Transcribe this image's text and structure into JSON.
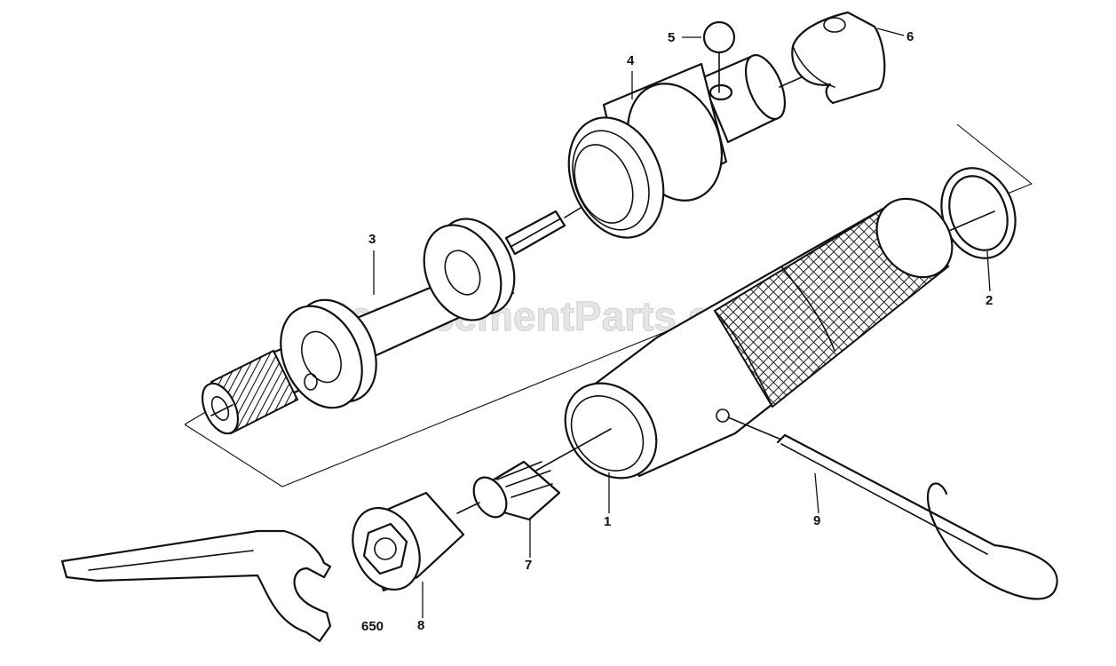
{
  "watermark": "eReplacementParts.com",
  "callouts": [
    {
      "id": "1",
      "text": "1"
    },
    {
      "id": "2",
      "text": "2"
    },
    {
      "id": "3",
      "text": "3"
    },
    {
      "id": "4",
      "text": "4"
    },
    {
      "id": "5",
      "text": "5"
    },
    {
      "id": "6",
      "text": "6"
    },
    {
      "id": "7",
      "text": "7"
    },
    {
      "id": "8",
      "text": "8"
    },
    {
      "id": "9",
      "text": "9"
    }
  ],
  "model_number": "650"
}
